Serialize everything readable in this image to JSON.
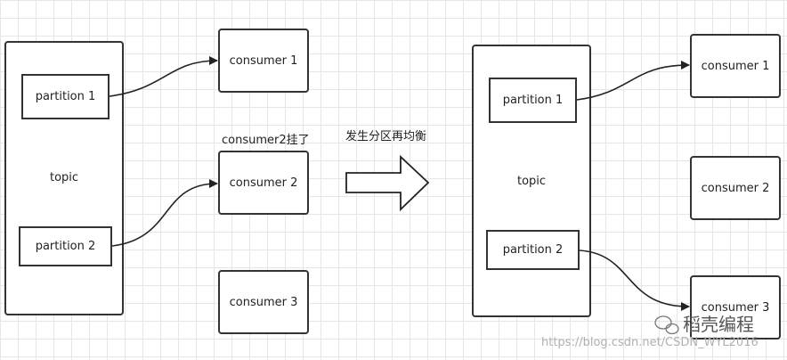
{
  "left": {
    "topic_label": "topic",
    "partition1": "partition 1",
    "partition2": "partition 2",
    "consumer1": "consumer 1",
    "consumer2": "consumer 2",
    "consumer3": "consumer 3",
    "consumer2_note": "consumer2挂了"
  },
  "arrow_label": "发生分区再均衡",
  "right": {
    "topic_label": "topic",
    "partition1": "partition 1",
    "partition2": "partition 2",
    "consumer1": "consumer 1",
    "consumer2": "consumer 2",
    "consumer3": "consumer 3"
  },
  "watermark": {
    "brand": "稻壳编程",
    "url": "https://blog.csdn.net/CSDN_WYL2016"
  }
}
